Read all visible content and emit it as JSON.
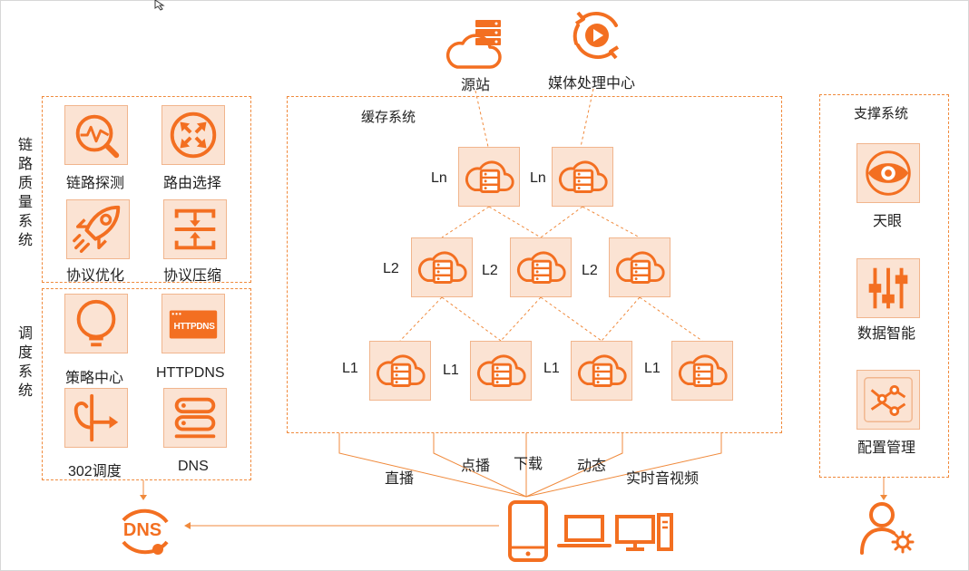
{
  "top": {
    "origin_label": "源站",
    "media_label": "媒体处理中心"
  },
  "left": {
    "link_quality": {
      "title": "链路质量系统",
      "items": [
        "链路探测",
        "路由选择",
        "协议优化",
        "协议压缩"
      ]
    },
    "scheduling": {
      "title": "调度系统",
      "items": [
        "策略中心",
        "HTTPDNS",
        "302调度",
        "DNS"
      ],
      "httpdns_badge": "HTTPDNS"
    },
    "dns_label": "DNS"
  },
  "cache": {
    "title": "缓存系统",
    "ln_label": "Ln",
    "l2_label": "L2",
    "l1_label": "L1"
  },
  "support": {
    "title": "支撑系统",
    "items": [
      "天眼",
      "数据智能",
      "配置管理"
    ]
  },
  "services": [
    "直播",
    "点播",
    "下载",
    "动态",
    "实时音视频"
  ],
  "colors": {
    "accent": "#f36f21",
    "tile_bg": "#fbe3d3",
    "tile_border": "#f1b58d",
    "dash": "#f08a3c"
  }
}
